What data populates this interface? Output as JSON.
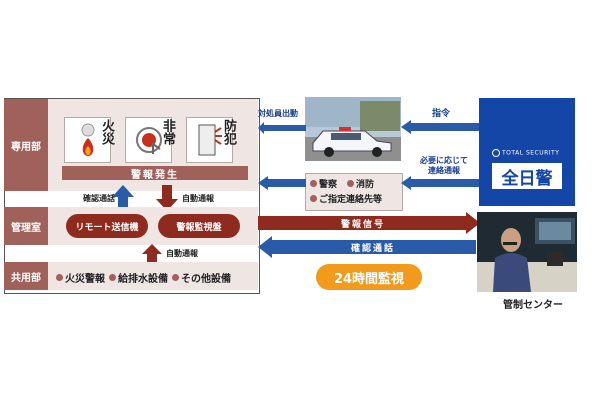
{
  "rows": {
    "senyo": "専用部",
    "kanri": "管理室",
    "kyoyo": "共用部"
  },
  "alarms": [
    {
      "label": "火災"
    },
    {
      "label": "非常"
    },
    {
      "label": "防犯"
    }
  ],
  "alarm_bar": "警報発生",
  "confirm_call_left": "確認通話",
  "auto_report_top": "自動通報",
  "auto_report_bottom": "自動通報",
  "pills": {
    "remote": "リモート送信機",
    "panel": "警報監視盤"
  },
  "common_items": [
    "火災警報",
    "給排水設備",
    "その他設備"
  ],
  "dispatch_label": "対処員出動",
  "order_label": "指令",
  "notify_label_line1": "必要に応じて",
  "notify_label_line2": "連絡通報",
  "contacts": {
    "police": "警察",
    "fire": "消防",
    "designated": "ご指定連絡先等"
  },
  "signal_label": "警報信号",
  "confirm_call_right": "確認通話",
  "monitoring_badge": "24時間監視",
  "company": {
    "small": "TOTAL SECURITY",
    "name": "全日警"
  },
  "center_label": "管制センター",
  "colors": {
    "brown": "#a0615a",
    "dark_red": "#8e2a1e",
    "blue": "#2a5ba8",
    "company_blue": "#1346a6",
    "orange": "#f29a1b"
  }
}
